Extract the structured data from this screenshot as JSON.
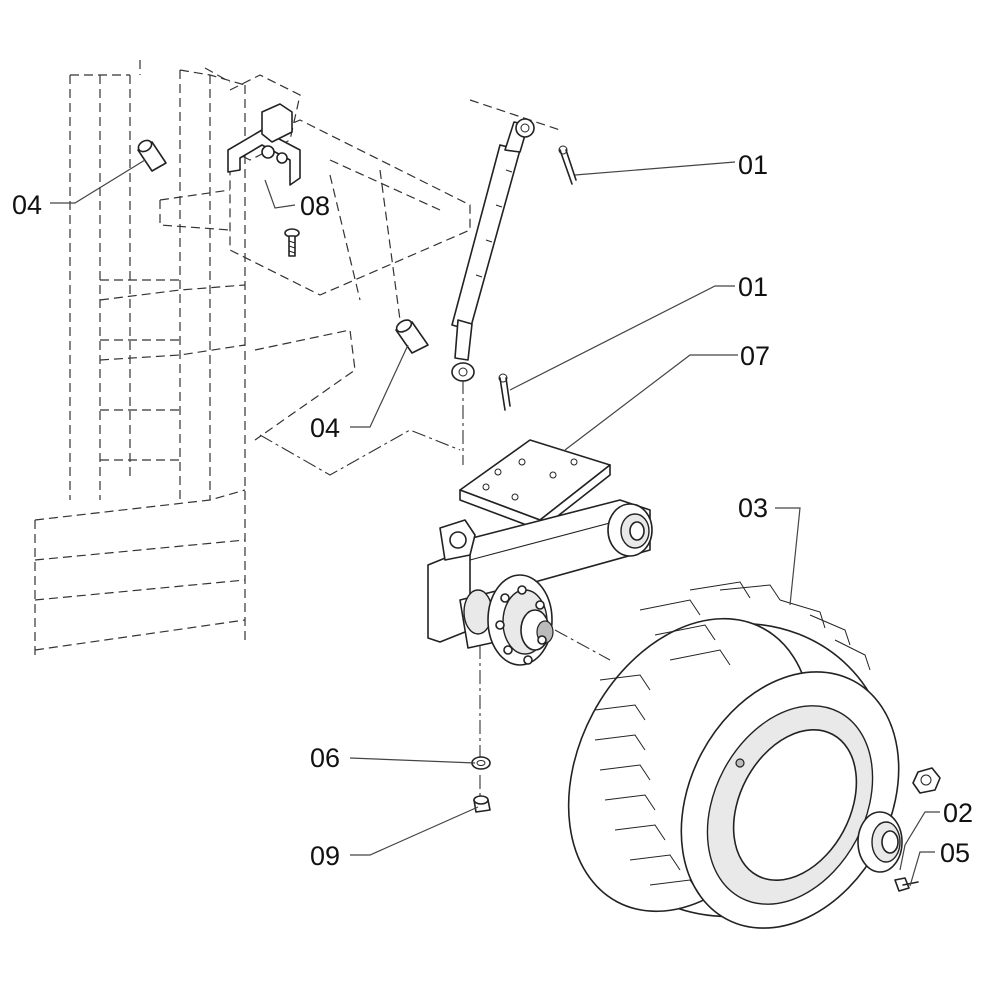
{
  "callouts": [
    {
      "id": "01",
      "label": "01"
    },
    {
      "id": "01b",
      "label": "01"
    },
    {
      "id": "02",
      "label": "02"
    },
    {
      "id": "03",
      "label": "03"
    },
    {
      "id": "04",
      "label": "04"
    },
    {
      "id": "04b",
      "label": "04"
    },
    {
      "id": "05",
      "label": "05"
    },
    {
      "id": "06",
      "label": "06"
    },
    {
      "id": "07",
      "label": "07"
    },
    {
      "id": "08",
      "label": "08"
    },
    {
      "id": "09",
      "label": "09"
    }
  ]
}
